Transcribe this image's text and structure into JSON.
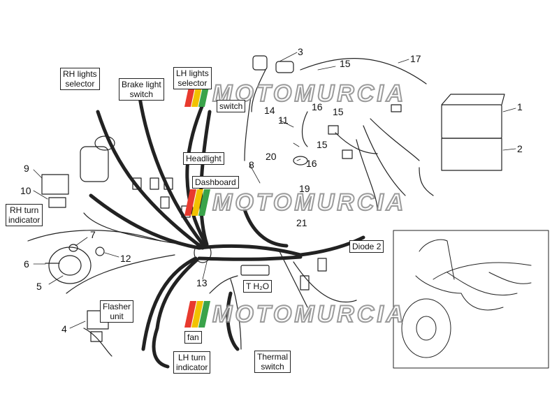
{
  "labels": {
    "rh_lights_selector": [
      "RH lights",
      "selector"
    ],
    "brake_light_switch": [
      "Brake light",
      "switch"
    ],
    "lh_lights_selector": [
      "LH lights",
      "selector"
    ],
    "switch": "switch",
    "headlight": "Headlight",
    "dashboard": "Dashboard",
    "rh_turn_indicator": [
      "RH turn",
      "indicator"
    ],
    "diode_2": "Diode 2",
    "flasher_unit": [
      "Flasher",
      "unit"
    ],
    "t_h2o": "T  H₂O",
    "fan": "fan",
    "lh_turn_indicator": [
      "LH turn",
      "indicator"
    ],
    "thermal_switch": [
      "Thermal",
      "switch"
    ]
  },
  "numbers": {
    "n1": "1",
    "n2": "2",
    "n3": "3",
    "n4": "4",
    "n5": "5",
    "n6": "6",
    "n7": "7",
    "n8": "8",
    "n9": "9",
    "n10": "10",
    "n11": "11",
    "n12": "12",
    "n13": "13",
    "n14": "14",
    "n15a": "15",
    "n15b": "15",
    "n15c": "15",
    "n16a": "16",
    "n16b": "16",
    "n17": "17",
    "n19": "19",
    "n20": "20",
    "n21": "21"
  },
  "watermark": {
    "text": "MOTOMURCIA",
    "colors": [
      "#e83a2e",
      "#f2c200",
      "#3aa34a"
    ]
  }
}
